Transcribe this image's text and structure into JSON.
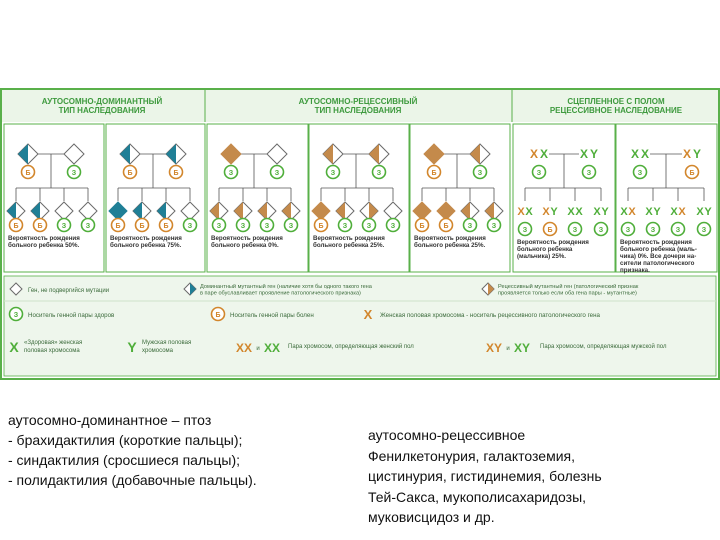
{
  "infographic": {
    "headers": {
      "dominant": [
        "АУТОСОМНО-ДОМИНАНТНЫЙ",
        "ТИП НАСЛЕДОВАНИЯ"
      ],
      "recessive": [
        "АУТОСОМНО-РЕЦЕССИВНЫЙ",
        "ТИП НАСЛЕДОВАНИЯ"
      ],
      "linked": [
        "СЦЕПЛЕННОЕ С ПОЛОМ",
        "РЕЦЕССИВНОЕ НАСЛЕДОВАНИЕ"
      ]
    },
    "probabilities": [
      [
        "Вероятность рождения",
        "больного ребенка 50%."
      ],
      [
        "Вероятность рождения",
        "больного ребенка 75%."
      ],
      [
        "Вероятность рождения",
        "больного ребенка 0%."
      ],
      [
        "Вероятность рождения",
        "больного ребенка 25%."
      ],
      [
        "Вероятность рождения",
        "больного ребенка 25%."
      ],
      [
        "Вероятность рождения",
        "больного ребенка",
        "(мальчика) 25%."
      ],
      [
        "Вероятность рождения",
        "больного ребенка (маль-",
        "чика) 0%. Все дочери на-",
        "сители патологического",
        "признака."
      ]
    ],
    "legend": {
      "gene_normal": "Ген, не подвергийся мутации",
      "gene_dominant": [
        "Доминантный мутантный ген (наличие хотя бы одного такого гена",
        "в паре обуславливает проявление патологического признака)"
      ],
      "gene_recessive": [
        "Рецессивный мутантный ген (патологический признак",
        "проявляется только если оба гена пары - мутантные)"
      ],
      "carrier_healthy": "Носитель генной пары здоров",
      "carrier_sick": "Носитель генной пары болен",
      "x_female_carrier": "Женская половая хромосома - носитель рецессивного патологического гена",
      "x_healthy": [
        "«Здоровая» женская",
        "половая хромосома"
      ],
      "y_male": [
        "Мужская половая",
        "хромосома"
      ],
      "female_pair": "Пара хромосом, определяющая женский пол",
      "male_pair": "Пара хромосом, определяющая мужской пол",
      "xx": "XX",
      "xy": "XY",
      "and_sign": "и",
      "x": "X",
      "y": "Y",
      "z": "З",
      "b": "Б"
    },
    "colors": {
      "frame": "#59b04a",
      "header_bg": "#ebf5e8",
      "header_text": "#3e9a3e",
      "legend_bg": "#eef6ec",
      "dominant": "#1f7f96",
      "recessive": "#c48a4b",
      "outline": "#6a6a6a",
      "chrom_green": "#4fae3a",
      "chrom_orange": "#d2862c",
      "legend_text": "#3a6a3a"
    }
  },
  "left_text": [
    "аутосомно-доминантное – птоз",
    "- брахидактилия (короткие пальцы);",
    "- синдактилия (сросшиеся пальцы);",
    "- полидактилия (добавочные пальцы)."
  ],
  "right_text": [
    "аутосомно-рецессивное",
    "Фенилкетонурия, галактоземия,",
    "цистинурия, гистидинемия, болезнь",
    "Тей-Сакса, мукополисахаридозы,",
    "муковисцидоз и др."
  ]
}
